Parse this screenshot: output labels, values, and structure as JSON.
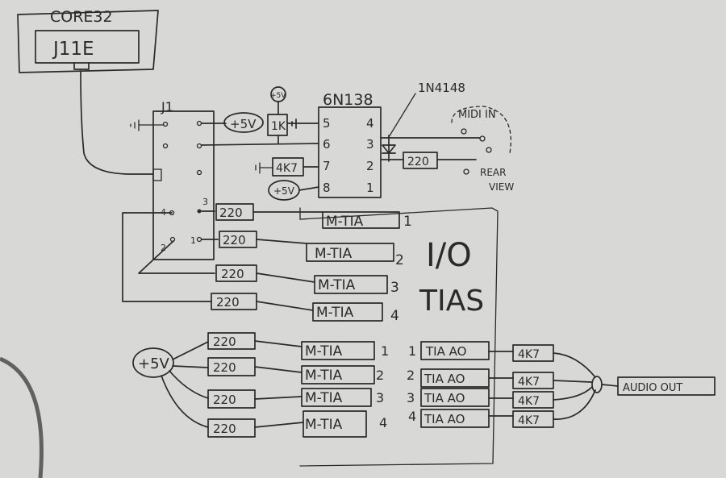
{
  "paper_color": "#d8d8d6",
  "ink_color": "#2a2a2a",
  "board": {
    "label": "CORE32",
    "connector": "J11E"
  },
  "header": {
    "label": "J1",
    "pin4": "4",
    "pin3": "3",
    "pin2": "2",
    "pin1": "1"
  },
  "supply": {
    "plus5v_a": "+5V",
    "plus5v_b": "+5V",
    "plus5v_c": "+5V",
    "plus5v_big": "+5V"
  },
  "optocoupler": {
    "label": "6N138",
    "pins_left": [
      "5",
      "6",
      "7",
      "8"
    ],
    "pins_right": [
      "4",
      "3",
      "2",
      "1"
    ],
    "r_1k": "1K",
    "r_4k7": "4K7"
  },
  "diode": {
    "label": "1N4148"
  },
  "midi": {
    "label": "MIDI IN",
    "r_220": "220",
    "note_line1": "REAR",
    "note_line2": "VIEW"
  },
  "io_section": {
    "title": "I/O",
    "subtitle": "TIAS",
    "rows": [
      {
        "resistor": "220",
        "module": "M-TIA",
        "num": "1"
      },
      {
        "resistor": "220",
        "module": "M-TIA",
        "num": "2"
      },
      {
        "resistor": "220",
        "module": "M-TIA",
        "num": "3"
      },
      {
        "resistor": "220",
        "module": "M-TIA",
        "num": "4"
      }
    ]
  },
  "audio_section": {
    "rows": [
      {
        "resistor": "220",
        "module": "M-TIA",
        "num": "1",
        "num2": "1",
        "ao": "TIA AO",
        "mix": "4K7"
      },
      {
        "resistor": "220",
        "module": "M-TIA",
        "num": "2",
        "num2": "2",
        "ao": "TIA AO",
        "mix": "4K7"
      },
      {
        "resistor": "220",
        "module": "M-TIA",
        "num": "3",
        "num2": "3",
        "ao": "TIA AO",
        "mix": "4K7"
      },
      {
        "resistor": "220",
        "module": "M-TIA",
        "num": "4",
        "num2": "4",
        "ao": "TIA AO",
        "mix": "4K7"
      }
    ],
    "output": "AUDIO OUT"
  }
}
